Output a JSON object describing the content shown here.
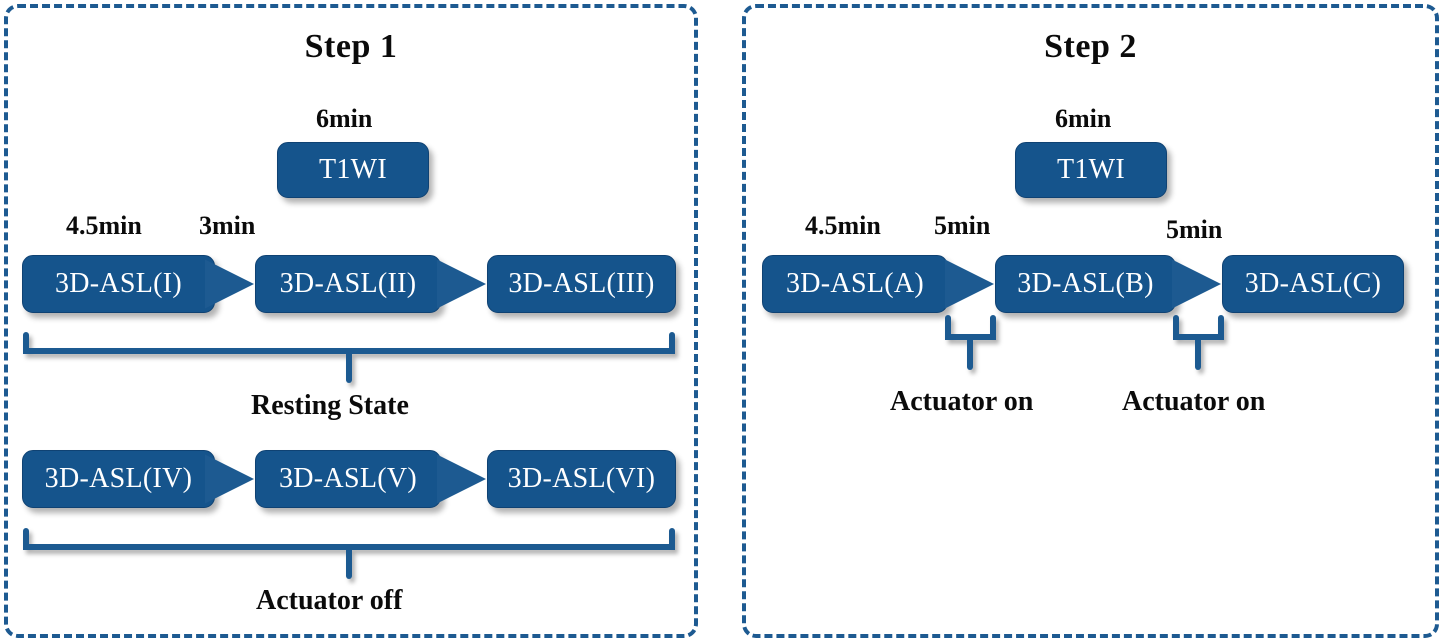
{
  "figure": {
    "type": "flow-diagram",
    "panels": [
      {
        "id": "step1",
        "title": "Step 1",
        "t1wi": {
          "label": "T1WI",
          "duration": "6min"
        },
        "rows": [
          {
            "id": "resting-state",
            "boxes": [
              "3D-ASL(I)",
              "3D-ASL(II)",
              "3D-ASL(III)"
            ],
            "durations": [
              "4.5min",
              "3min"
            ],
            "brace_caption": "Resting State"
          },
          {
            "id": "actuator-off",
            "boxes": [
              "3D-ASL(IV)",
              "3D-ASL(V)",
              "3D-ASL(VI)"
            ],
            "durations": [],
            "brace_caption": "Actuator off"
          }
        ]
      },
      {
        "id": "step2",
        "title": "Step 2",
        "t1wi": {
          "label": "T1WI",
          "duration": "6min"
        },
        "rows": [
          {
            "id": "actuator-on",
            "boxes": [
              "3D-ASL(A)",
              "3D-ASL(B)",
              "3D-ASL(C)"
            ],
            "durations": [
              "4.5min",
              "5min",
              "5min"
            ],
            "brace_captions": [
              "Actuator on",
              "Actuator on"
            ]
          }
        ]
      }
    ]
  },
  "colors": {
    "box_fill": "#15548c",
    "box_text": "#ffffff",
    "panel_border": "#1d5a91",
    "connector": "#1d5a91",
    "text": "#0b0b0b",
    "background": "#ffffff"
  }
}
